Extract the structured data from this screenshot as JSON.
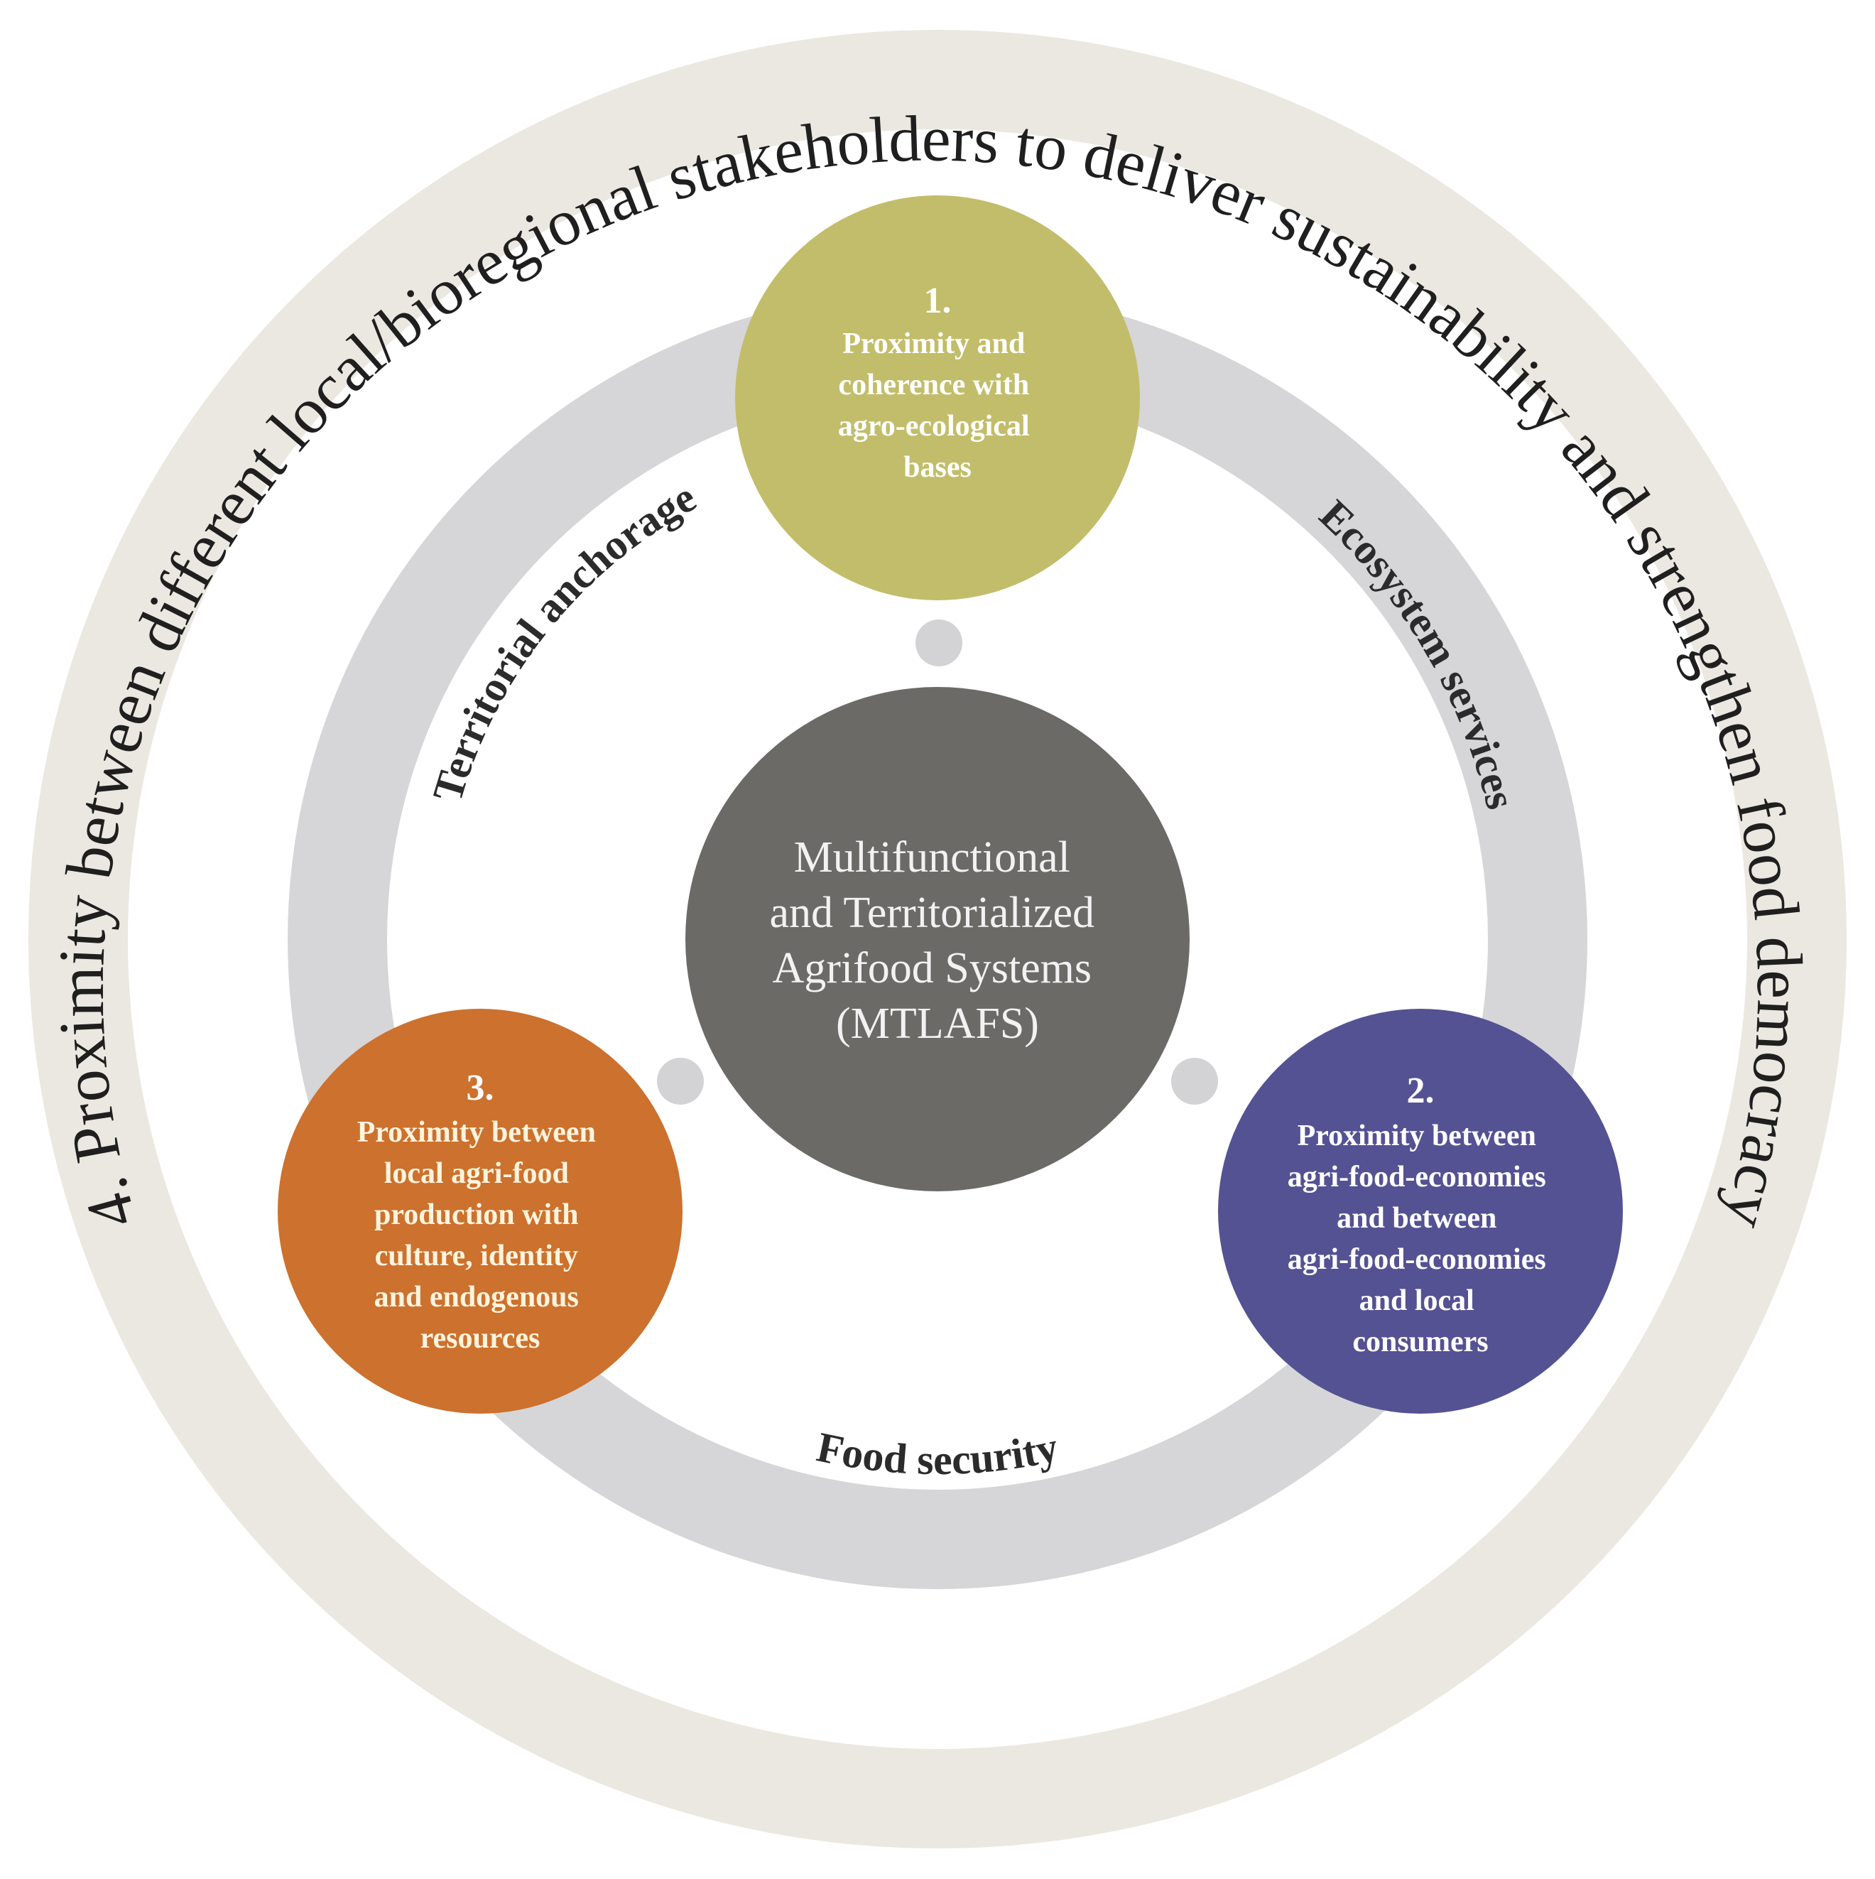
{
  "colors": {
    "outer_ring": "#ebe8e1",
    "inner_ring": "#d6d6d8",
    "center": "#6b6a66",
    "dot": "#d3d3d5",
    "node1": "#c2bd6a",
    "node2": "#545293",
    "node3": "#cc712e",
    "node1_text": "#ffffff",
    "node2_text": "#ffffff",
    "node3_text": "#fff4de"
  },
  "outer_ring": {
    "label": "4. Proximity between different local/bioregional stakeholders to deliver sustainability and strengthen food democracy"
  },
  "inner_ring": {
    "left_label": "Territorial anchorage",
    "right_label": "Ecosystem services",
    "bottom_label": "Food security"
  },
  "center": {
    "lines": [
      "Multifunctional",
      "and Territorialized",
      "Agrifood Systems",
      "(MTLAFS)"
    ]
  },
  "nodes": [
    {
      "id": "node1",
      "number": "1.",
      "lines": [
        "Proximity and",
        "coherence with",
        "agro-ecological",
        "bases"
      ]
    },
    {
      "id": "node2",
      "number": "2.",
      "lines": [
        "Proximity between",
        "agri-food-economies",
        "and between",
        "agri-food-economies",
        "and local",
        "consumers"
      ]
    },
    {
      "id": "node3",
      "number": "3.",
      "lines": [
        "Proximity between",
        "local agri-food",
        "production with",
        "culture, identity",
        "and endogenous",
        "resources"
      ]
    }
  ]
}
